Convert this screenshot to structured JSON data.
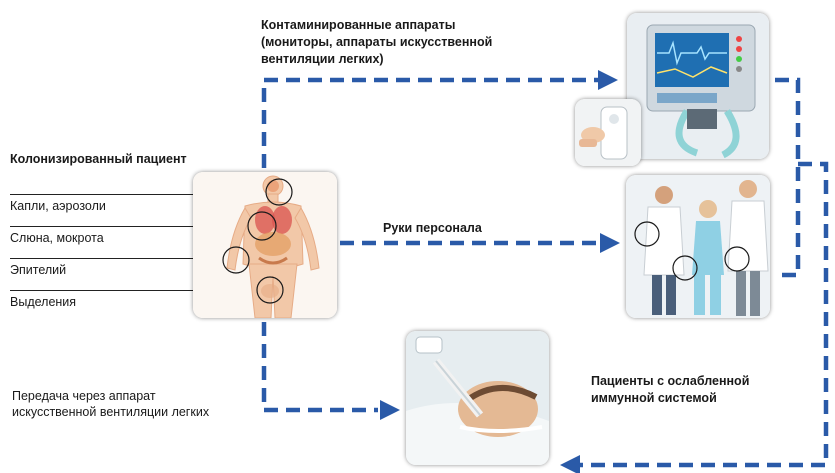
{
  "labels": {
    "patient_title": "Колонизированный пациент",
    "equipment_line1": "Контаминированные аппараты",
    "equipment_line2": "(мониторы, аппараты искусственной",
    "equipment_line3": "вентиляции легких)",
    "hands": "Руки персонала",
    "immuno_line1": "Пациенты с ослабленной",
    "immuno_line2": "иммунной системой",
    "ventilator_line1": "Передача через аппарат",
    "ventilator_line2": "искусственной вентиляции легких"
  },
  "sources": [
    {
      "label": "Капли, аэрозоли"
    },
    {
      "label": "Слюна, мокрота"
    },
    {
      "label": "Эпителий"
    },
    {
      "label": "Выделения"
    }
  ],
  "colors": {
    "arrow": "#2a5aa8",
    "text": "#1a1a1a"
  },
  "images": {
    "patient": "human-anatomy-illustration",
    "equipment": "monitor-photo",
    "staff": "medical-staff-photo",
    "intubated": "intubated-patient-photo"
  }
}
